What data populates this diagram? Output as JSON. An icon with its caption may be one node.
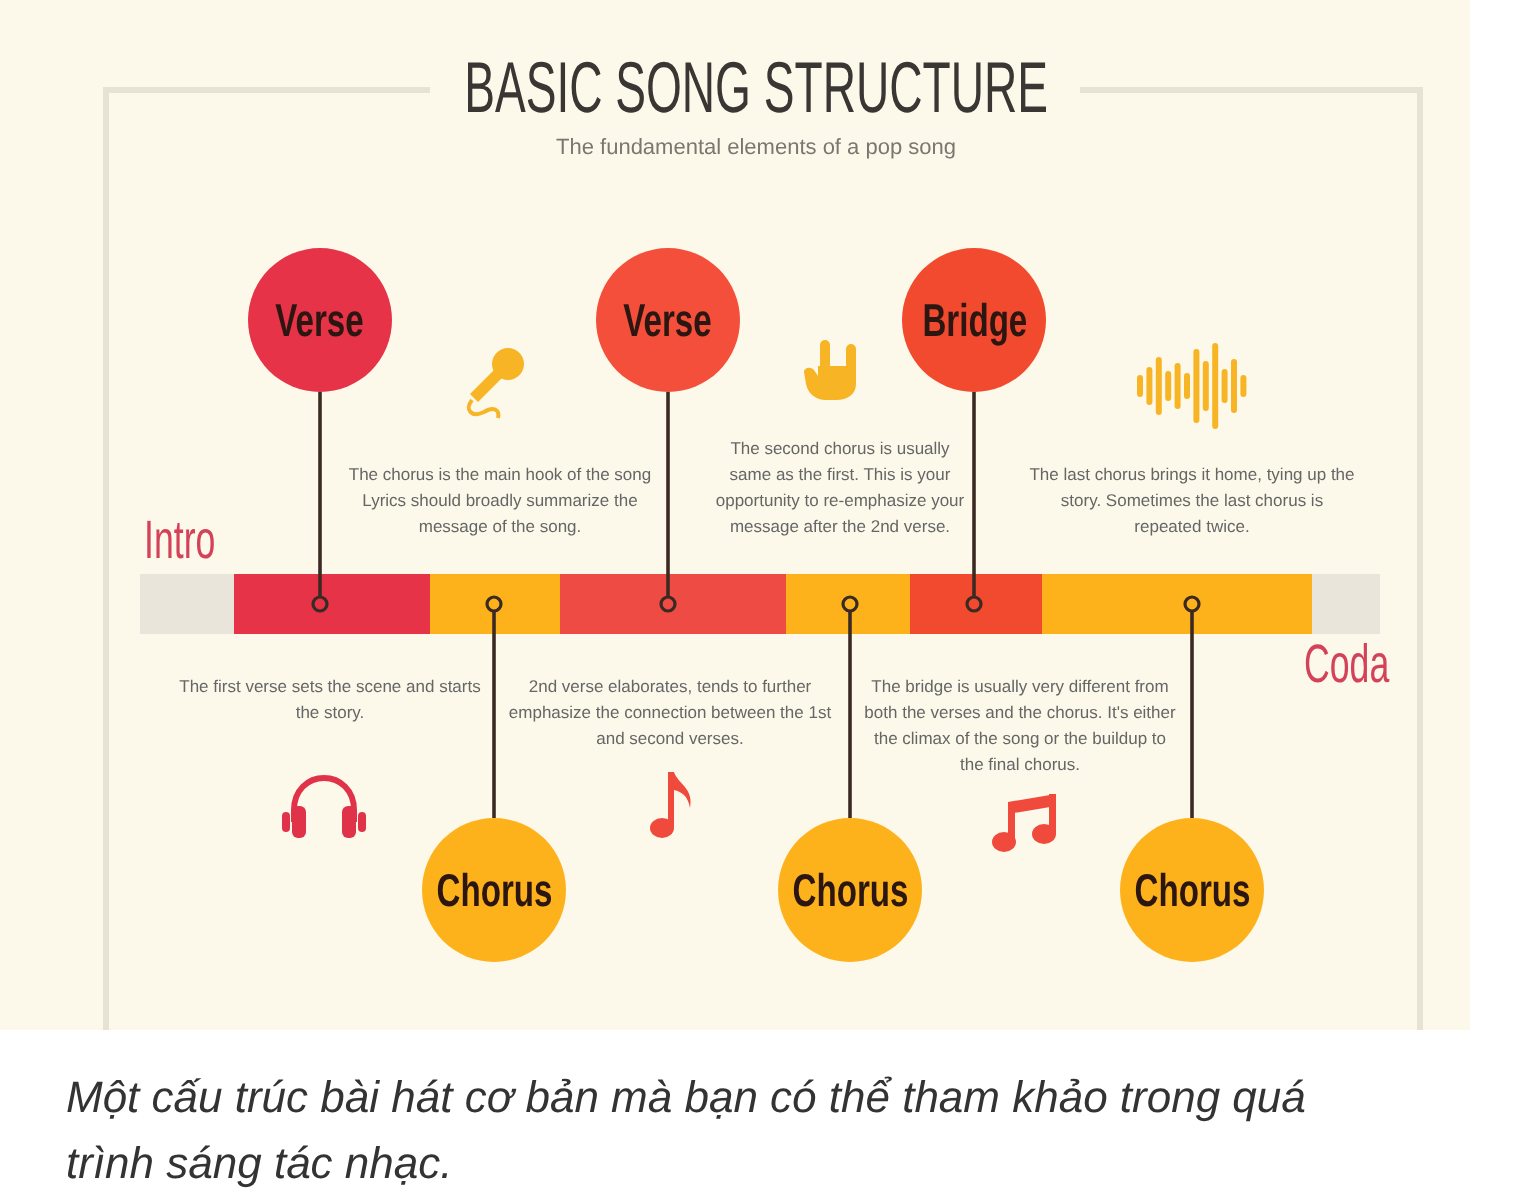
{
  "diagram": {
    "title": "BASIC SONG STRUCTURE",
    "caption": "Một cấu trúc bài hát cơ bản mà bạn có thể tham khảo trong quá trình sáng tác nhạc.",
    "nodes": [
      {
        "text": [
          "Verse"
        ]
      },
      {
        "text": [
          "Verse"
        ]
      },
      {
        "text": [
          "Bridge"
        ]
      },
      {
        "text": [],
        "shape": "bar",
        "beside": [
          "Intro"
        ]
      },
      {
        "text": [],
        "shape": "bar"
      },
      {
        "text": [],
        "shape": "bar"
      },
      {
        "text": [],
        "shape": "bar"
      },
      {
        "text": [],
        "shape": "bar"
      },
      {
        "text": [],
        "shape": "bar"
      },
      {
        "text": [],
        "shape": "bar"
      },
      {
        "text": [],
        "shape": "bar",
        "beside": [
          "Coda"
        ]
      },
      {
        "text": [
          "Chorus"
        ]
      },
      {
        "text": [
          "Chorus"
        ]
      },
      {
        "text": [
          "Chorus"
        ]
      }
    ],
    "edges": [
      {
        "from": 0,
        "to": 4,
        "arrow": "other"
      },
      {
        "from": 11,
        "to": 5,
        "arrow": "other"
      },
      {
        "from": 1,
        "to": 6,
        "arrow": "other"
      },
      {
        "from": 12,
        "to": 7,
        "arrow": "other"
      },
      {
        "from": 2,
        "to": 8,
        "arrow": "other"
      },
      {
        "from": 13,
        "to": 9,
        "arrow": "other"
      }
    ],
    "labels": [
      "The fundamental elements of a pop song",
      "The chorus is the main hook of the song Lyrics should broadly summarize the message of the song.",
      "The second chorus is usually same as the first. This is your opportunity to re-emphasize your message after the 2nd verse.",
      "The last chorus brings it home, tying up the story. Sometimes the last chorus is repeated twice.",
      "The first verse sets the scene and starts the story.",
      "2nd verse elaborates, tends to further emphasize the connection between the 1st and second verses.",
      "The bridge is usually very different from both the verses and the chorus. It's either the climax of the song or the buildup to the final chorus."
    ]
  }
}
